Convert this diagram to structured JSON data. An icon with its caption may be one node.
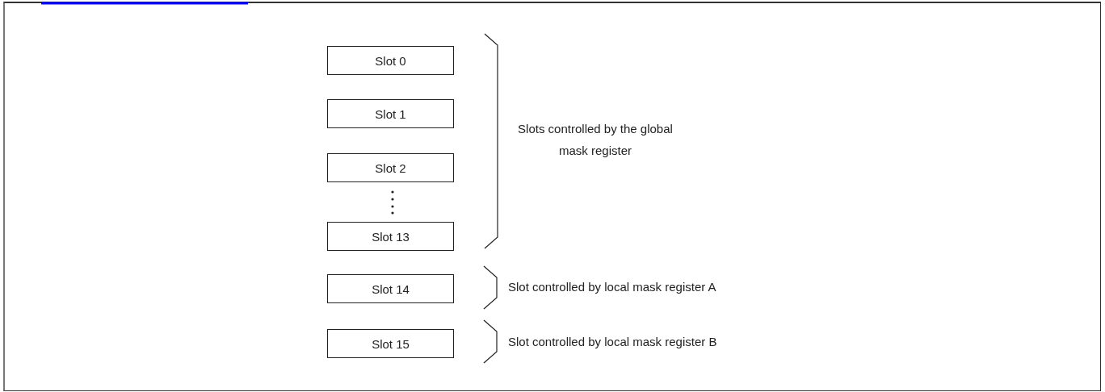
{
  "diagram": {
    "nodes": [
      {
        "text": [
          "Slot 0"
        ]
      },
      {
        "text": [
          "Slot 1"
        ]
      },
      {
        "text": [
          "Slot 2"
        ]
      },
      {
        "text": [
          "Slot 13"
        ]
      },
      {
        "text": [
          "Slot 14"
        ]
      },
      {
        "text": [
          "Slot 15"
        ]
      }
    ],
    "labels": [
      "Slots controlled by the global mask register",
      "Slot controlled by local mask register A",
      "Slot controlled by local mask register B"
    ]
  }
}
